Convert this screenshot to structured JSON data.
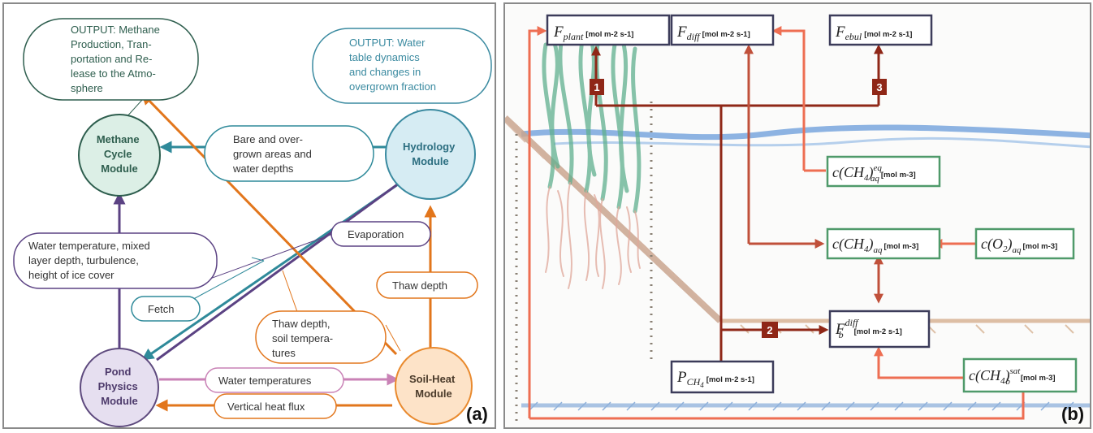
{
  "panel_a": {
    "label": "(a)",
    "modules": {
      "methane": [
        "Methane",
        "Cycle",
        "Module"
      ],
      "hydrology": [
        "Hydrology",
        "Module"
      ],
      "pond": [
        "Pond",
        "Physics",
        "Module"
      ],
      "soil": [
        "Soil-Heat",
        "Module"
      ]
    },
    "outputs": {
      "methane": [
        "OUTPUT: Methane",
        "Production, Tran-",
        "portation and Re-",
        "lease to the Atmo-",
        "sphere"
      ],
      "hydrology": [
        "OUTPUT: Water",
        "table dynamics",
        "and changes in",
        "overgrown fraction"
      ]
    },
    "labels": {
      "bare": [
        "Bare and over-",
        "grown areas and",
        "water depths"
      ],
      "water_temp": [
        "Water temperature, mixed",
        "layer depth, turbulence,",
        "height of ice cover"
      ],
      "evaporation": "Evaporation",
      "fetch": "Fetch",
      "thaw": "Thaw depth",
      "thaw_soil": [
        "Thaw depth,",
        "soil tempera-",
        "tures"
      ],
      "water_temps": "Water temperatures",
      "heat_flux": "Vertical heat flux"
    }
  },
  "panel_b": {
    "label": "(b)",
    "unit_flux": "[mol m-2 s-1]",
    "unit_conc": "[mol m-3]",
    "fluxes": {
      "plant": {
        "main": "F",
        "sub": "plant"
      },
      "diff": {
        "main": "F",
        "sub": "diff"
      },
      "ebul": {
        "main": "F",
        "sub": "ebul"
      },
      "fb": {
        "main": "F",
        "sub": "b",
        "sup": "diff"
      },
      "p": {
        "main": "P",
        "sub": "CH",
        "subsub": "4"
      }
    },
    "concentrations": {
      "eq": {
        "main": "c(CH",
        "four": "4",
        "close": ")",
        "sub": "aq",
        "sup": "eq"
      },
      "aq": {
        "main": "c(CH",
        "four": "4",
        "close": ")",
        "sub": "aq"
      },
      "o2": {
        "main": "c(O",
        "two": "2",
        "close": ")",
        "sub": "aq"
      },
      "sat": {
        "main": "c(CH",
        "four": "4",
        "close": ")",
        "sub": "b",
        "sup": "sat"
      }
    },
    "numbers": [
      "1",
      "2",
      "3"
    ]
  },
  "colors": {
    "methane_fill": "#dcefe6",
    "methane_stroke": "#2e5e4e",
    "hydro_fill": "#d6ecf3",
    "hydro_stroke": "#3a8aa0",
    "pond_fill": "#e6dff0",
    "pond_stroke": "#5e4a7e",
    "soil_fill": "#fde3c8",
    "soil_stroke": "#e98a2e",
    "teal": "#2f8a9a",
    "purple": "#5b4283",
    "orange": "#e2761c",
    "pink": "#c982b6",
    "dark_red": "#8f2717",
    "salmon": "#ee6e52",
    "box_navy": "#3c3c5a",
    "box_green": "#4f9a6a"
  }
}
